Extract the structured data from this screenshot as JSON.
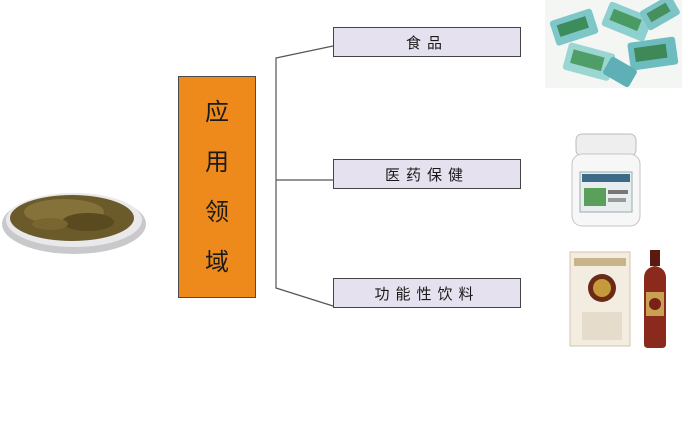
{
  "center": {
    "chars": [
      "应",
      "用",
      "领",
      "域"
    ]
  },
  "branches": [
    {
      "label": "食品"
    },
    {
      "label": "医药保健"
    },
    {
      "label": "功能性饮料"
    }
  ],
  "images": {
    "powder": "extract-powder-bowl",
    "food": "candy-packets",
    "medicine": "supplement-bottle",
    "drink": "tonic-box-and-bottle"
  },
  "colors": {
    "center_fill": "#ee8a1b",
    "branch_fill": "#e6e1ef",
    "line": "#555555"
  }
}
